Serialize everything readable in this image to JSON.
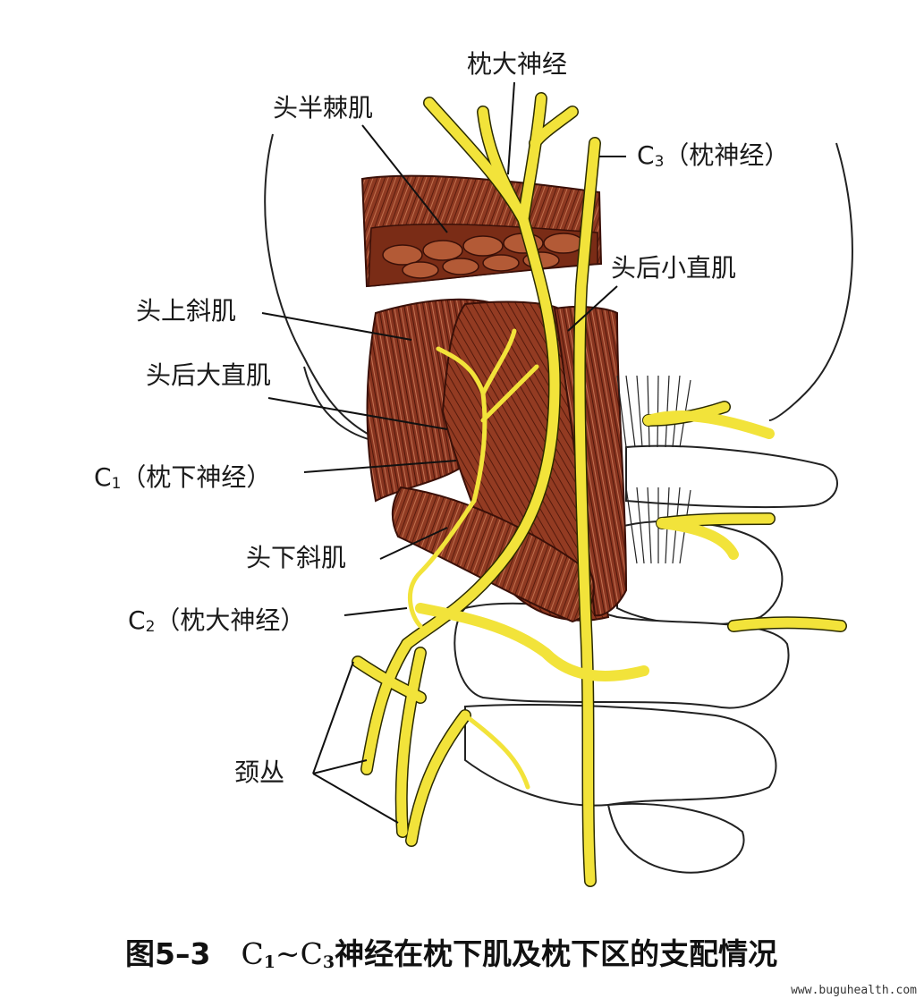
{
  "labels": {
    "greater_occipital_top": "枕大神经",
    "semispinalis": "头半棘肌",
    "c3_sub": "3",
    "c3_text": "（枕神经）",
    "rectus_minor": "头后小直肌",
    "obliquus_superior": "头上斜肌",
    "rectus_major": "头后大直肌",
    "c1_sub": "1",
    "c1_text": "（枕下神经）",
    "obliquus_inferior": "头下斜肌",
    "c2_sub": "2",
    "c2_text": "（枕大神经）",
    "cervical_plexus": "颈丛"
  },
  "caption": {
    "figure_no": "图5–3",
    "sub1": "1",
    "sub3": "3",
    "text": "神经在枕下肌及枕下区的支配情况"
  },
  "watermark": "www.buguhealth.com",
  "colors": {
    "nerve": "#f2e33a",
    "muscle": "#8a3520",
    "muscle_light": "#b0593a",
    "bone": "#ffffff",
    "outline": "#222222"
  }
}
